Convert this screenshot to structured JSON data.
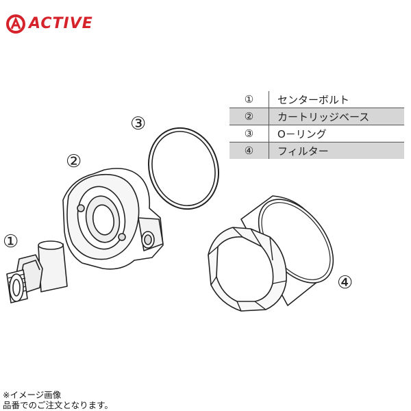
{
  "brand": {
    "name": "ACTIVE",
    "color": "#d6222a"
  },
  "legend": [
    {
      "num": "①",
      "name": "センターボルト",
      "shaded": false
    },
    {
      "num": "②",
      "name": "カートリッジベース",
      "shaded": true
    },
    {
      "num": "③",
      "name": "O－リング",
      "shaded": false
    },
    {
      "num": "④",
      "name": "フィルター",
      "shaded": true
    }
  ],
  "callouts": {
    "bolt": "①",
    "base": "②",
    "oring": "③",
    "filter": "④"
  },
  "notes": {
    "line1": "※イメージ画像",
    "line2": "品番でのご注文となります。"
  }
}
